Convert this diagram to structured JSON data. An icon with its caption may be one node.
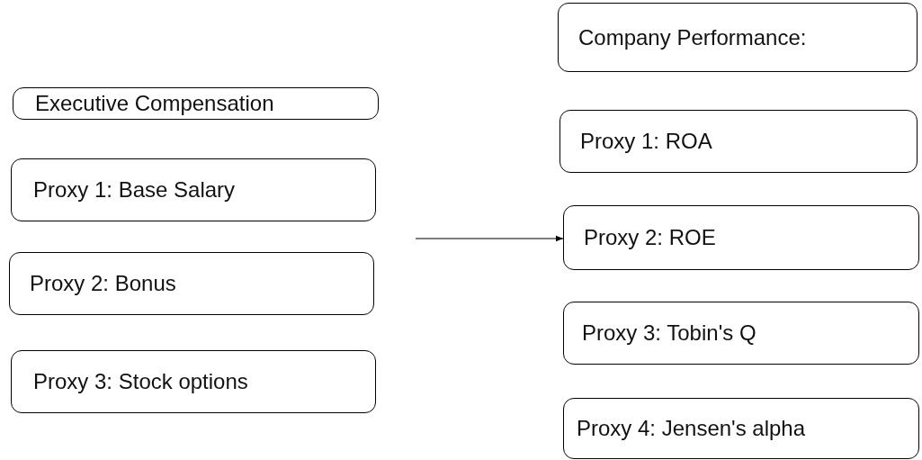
{
  "diagram": {
    "nodes": [
      {
        "text": [
          "Executive Compensation"
        ]
      },
      {
        "text": [
          "Proxy 1: Base Salary"
        ]
      },
      {
        "text": [
          "Proxy 2: Bonus"
        ]
      },
      {
        "text": [
          "Proxy 3: Stock options"
        ]
      },
      {
        "text": [
          "Company Performance:"
        ]
      },
      {
        "text": [
          "Proxy 1: ROA"
        ]
      },
      {
        "text": [
          "Proxy 2: ROE"
        ]
      },
      {
        "text": [
          "Proxy 3: Tobin's Q"
        ]
      },
      {
        "text": [
          "Proxy 4: Jensen's alpha"
        ]
      }
    ],
    "edges": [
      {
        "from": null,
        "to": 6,
        "arrow": "to"
      }
    ]
  }
}
